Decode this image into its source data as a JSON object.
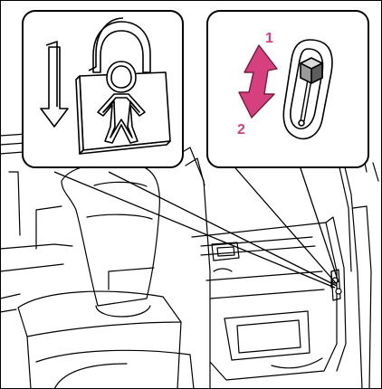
{
  "callouts": {
    "child_lock_inset": {
      "icons": [
        "down-arrow-icon",
        "child-padlock-icon"
      ]
    },
    "lever_inset": {
      "icons": [
        "double-arrow-icon",
        "lock-lever-icon"
      ],
      "position_1_label": "1",
      "position_2_label": "2"
    }
  },
  "colors": {
    "arrow_fill": "#d6407f",
    "arrow_stroke": "#7a1a3d",
    "outline": "#000000",
    "background": "#ffffff",
    "inset_fill": "#ffffff"
  },
  "scene": {
    "subject": "vehicle-rear-door-interior",
    "icons": [
      "seat-icon",
      "door-handle-icon",
      "child-lock-switch-icon"
    ]
  }
}
